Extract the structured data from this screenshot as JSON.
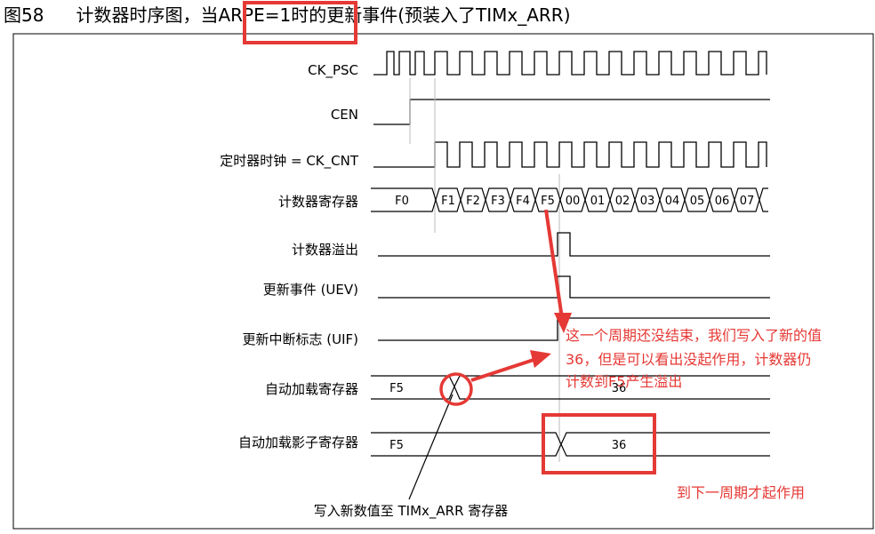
{
  "title": {
    "figure": "图58",
    "text": "计数器时序图，当ARPE=1时的更新事件(预装入了TIMx_ARR)"
  },
  "signals": {
    "ck_psc": "CK_PSC",
    "cen": "CEN",
    "ck_cnt": "定时器时钟 = CK_CNT",
    "counter": "计数器寄存器",
    "overflow": "计数器溢出",
    "uev": "更新事件 (UEV)",
    "uif": "更新中断标志 (UIF)",
    "arr": "自动加载寄存器",
    "shadow": "自动加载影子寄存器"
  },
  "counter_values": [
    "F0",
    "F1",
    "F2",
    "F3",
    "F4",
    "F5",
    "00",
    "01",
    "02",
    "03",
    "04",
    "05",
    "06",
    "07"
  ],
  "arr_values": {
    "before": "F5",
    "after": "36"
  },
  "shadow_values": {
    "before": "F5",
    "after": "36"
  },
  "write_note": "写入新数值至 TIMx_ARR 寄存器",
  "annotations": {
    "note1_lines": [
      "这一个周期还没结束，我们写入了新的值",
      "36，但是可以看出没起作用，计数器仍",
      "计数到F5产生溢出"
    ],
    "note2": "到下一周期才起作用"
  },
  "colors": {
    "annotation": "#e53935",
    "line": "#000000"
  }
}
